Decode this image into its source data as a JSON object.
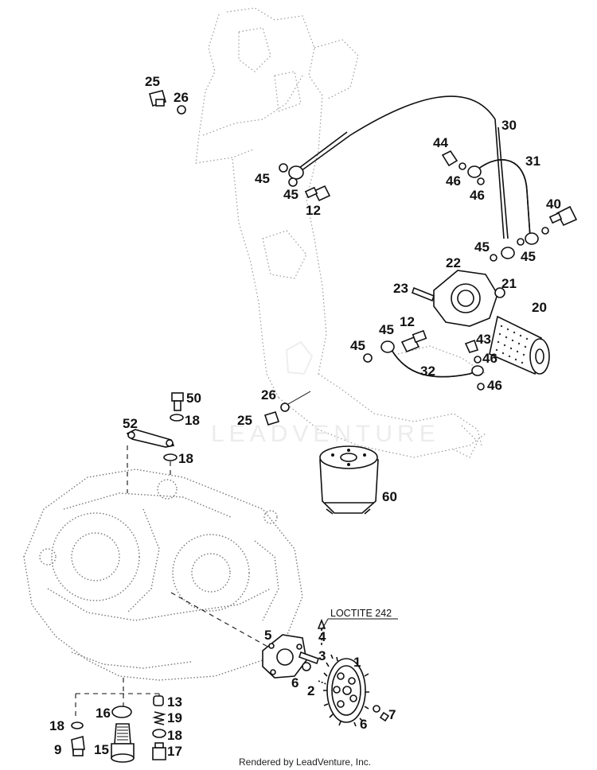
{
  "watermark": "LEADVENTURE",
  "footer": "Rendered by LeadVenture, Inc.",
  "note": "LOCTITE 242",
  "callouts": [
    "25",
    "26",
    "45",
    "45",
    "12",
    "30",
    "44",
    "46",
    "46",
    "31",
    "40",
    "45",
    "45",
    "22",
    "21",
    "23",
    "20",
    "45",
    "12",
    "45",
    "43",
    "46",
    "32",
    "46",
    "26",
    "25",
    "50",
    "18",
    "52",
    "18",
    "60",
    "5",
    "4",
    "3",
    "6",
    "1",
    "2",
    "13",
    "19",
    "16",
    "18",
    "18",
    "9",
    "15",
    "17",
    "6",
    "7"
  ]
}
